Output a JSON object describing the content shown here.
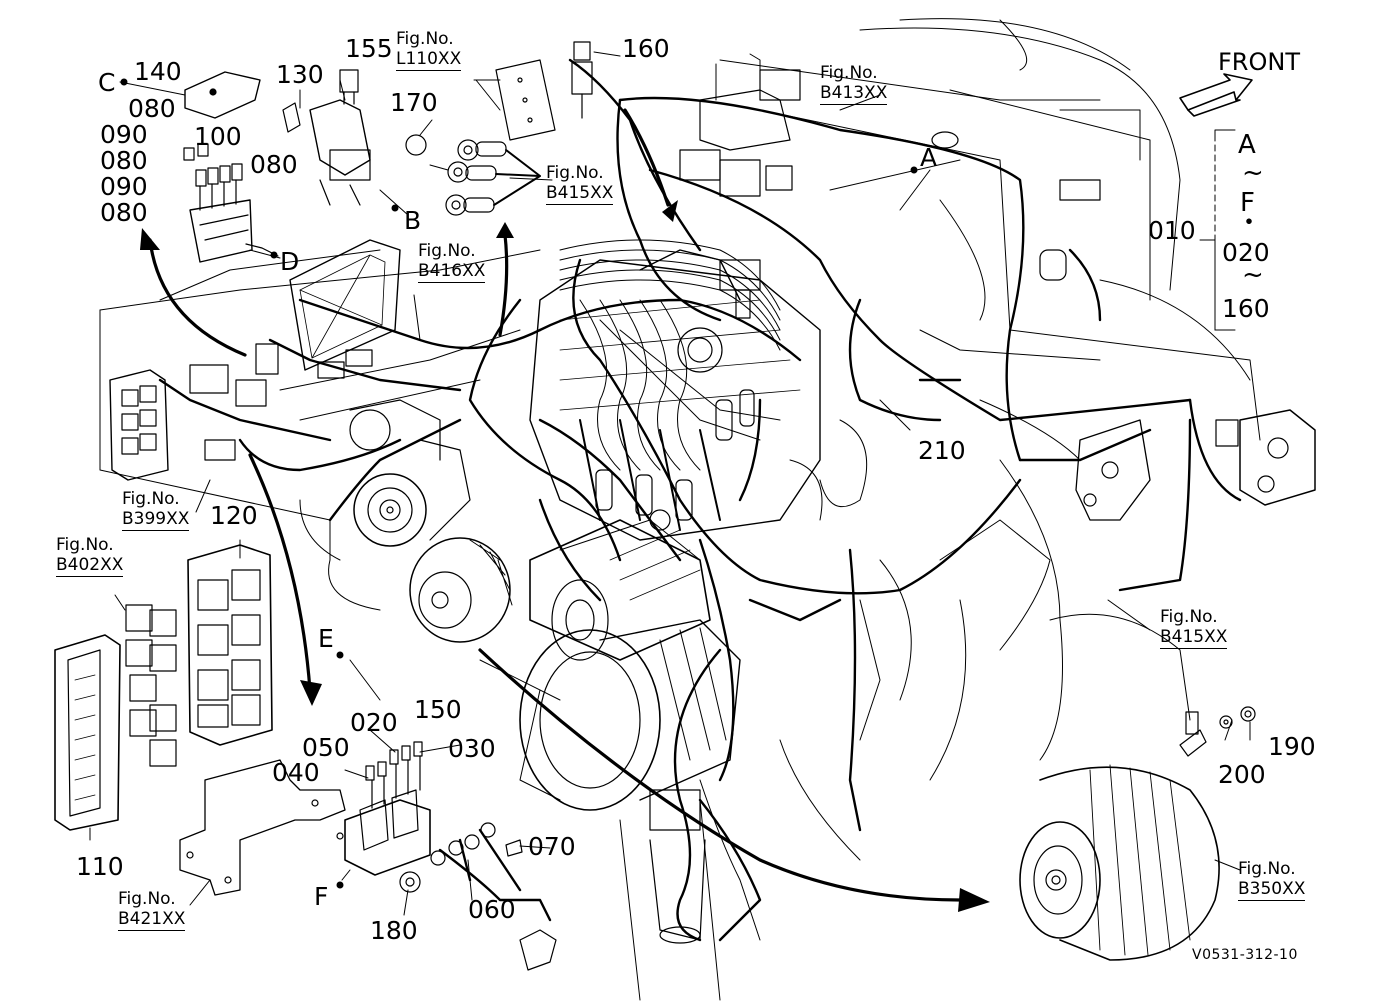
{
  "front_label": "FRONT",
  "drawing_code": "V0531-312-10",
  "range": {
    "top_a": "A",
    "top_tilde": "~",
    "top_f": "F",
    "dot": "・",
    "mid_from": "020",
    "mid_tilde": "~",
    "mid_to": "160"
  },
  "part_labels": {
    "p010": "010",
    "p020": "020",
    "p030": "030",
    "p040": "040",
    "p050": "050",
    "p060": "060",
    "p070": "070",
    "p080a": "080",
    "p080b": "080",
    "p080c": "080",
    "p080d": "080",
    "p090a": "090",
    "p090b": "090",
    "p100": "100",
    "p110": "110",
    "p120": "120",
    "p130": "130",
    "p140": "140",
    "p150": "150",
    "p155": "155",
    "p160": "160",
    "p170": "170",
    "p180": "180",
    "p190": "190",
    "p200": "200",
    "p210": "210"
  },
  "letter_labels": {
    "A": "A",
    "B": "B",
    "C": "C",
    "D": "D",
    "E": "E",
    "F": "F"
  },
  "fig_refs": {
    "fig_prefix": "Fig.No.",
    "l110": "L110XX",
    "b413": "B413XX",
    "b415_top": "B415XX",
    "b416": "B416XX",
    "b399": "B399XX",
    "b402": "B402XX",
    "b415_right": "B415XX",
    "b421": "B421XX",
    "b350": "B350XX"
  }
}
